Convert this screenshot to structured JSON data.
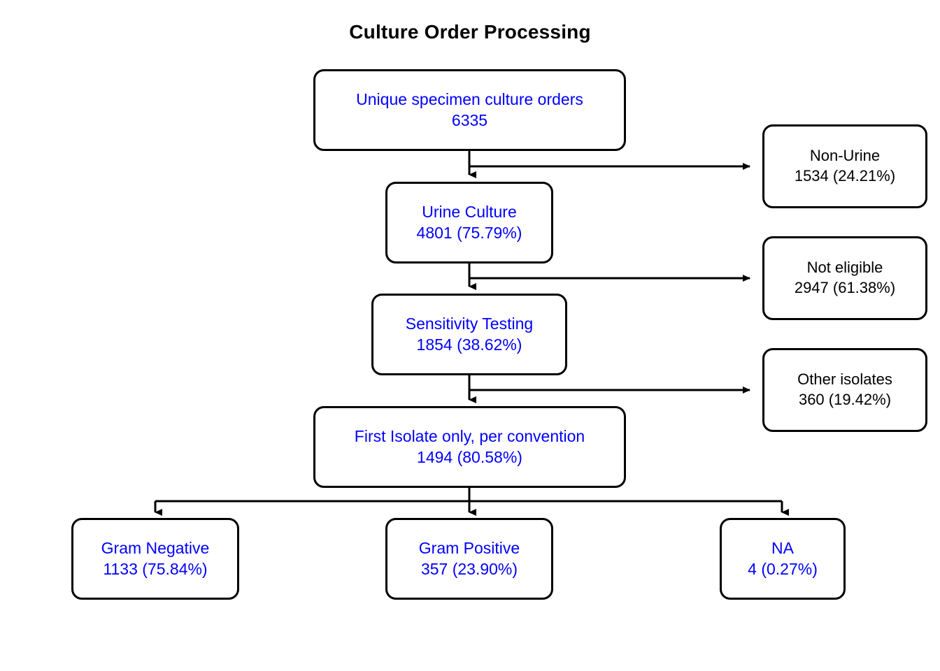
{
  "chart_data": {
    "type": "diagram",
    "title": "Culture Order Processing",
    "diagram_kind": "flowchart",
    "colors": {
      "main_node_text": "#0000ff",
      "side_node_text": "#000000",
      "border": "#000000",
      "background": "#ffffff",
      "title_text": "#000000"
    },
    "nodes": [
      {
        "id": "n1",
        "label": "Unique specimen culture orders",
        "value": "6335",
        "count": 6335,
        "percent": null,
        "track": "main"
      },
      {
        "id": "n2",
        "label": "Urine Culture",
        "value": "4801 (75.79%)",
        "count": 4801,
        "percent": 75.79,
        "track": "main"
      },
      {
        "id": "n3",
        "label": "Sensitivity Testing",
        "value": "1854 (38.62%)",
        "count": 1854,
        "percent": 38.62,
        "track": "main"
      },
      {
        "id": "n4",
        "label": "First Isolate only, per convention",
        "value": "1494 (80.58%)",
        "count": 1494,
        "percent": 80.58,
        "track": "main"
      },
      {
        "id": "n5",
        "label": "Gram Negative",
        "value": "1133 (75.84%)",
        "count": 1133,
        "percent": 75.84,
        "track": "main"
      },
      {
        "id": "n6",
        "label": "Gram Positive",
        "value": "357 (23.90%)",
        "count": 357,
        "percent": 23.9,
        "track": "main"
      },
      {
        "id": "n7",
        "label": "NA",
        "value": "4 (0.27%)",
        "count": 4,
        "percent": 0.27,
        "track": "main"
      },
      {
        "id": "e1",
        "label": "Non-Urine",
        "value": "1534 (24.21%)",
        "count": 1534,
        "percent": 24.21,
        "track": "excluded"
      },
      {
        "id": "e2",
        "label": "Not eligible",
        "value": "2947 (61.38%)",
        "count": 2947,
        "percent": 61.38,
        "track": "excluded"
      },
      {
        "id": "e3",
        "label": "Other isolates",
        "value": "360 (19.42%)",
        "count": 360,
        "percent": 19.42,
        "track": "excluded"
      }
    ],
    "edges": [
      {
        "from": "n1",
        "to": "n2"
      },
      {
        "from": "n1",
        "to": "e1"
      },
      {
        "from": "n2",
        "to": "n3"
      },
      {
        "from": "n2",
        "to": "e2"
      },
      {
        "from": "n3",
        "to": "n4"
      },
      {
        "from": "n3",
        "to": "e3"
      },
      {
        "from": "n4",
        "to": "n5"
      },
      {
        "from": "n4",
        "to": "n6"
      },
      {
        "from": "n4",
        "to": "n7"
      }
    ]
  },
  "title": "Culture Order Processing",
  "nodes": {
    "unique_orders": {
      "label": "Unique specimen culture orders",
      "value": "6335"
    },
    "urine_culture": {
      "label": "Urine Culture",
      "value": "4801 (75.79%)"
    },
    "sensitivity_testing": {
      "label": "Sensitivity Testing",
      "value": "1854 (38.62%)"
    },
    "first_isolate": {
      "label": "First Isolate only, per convention",
      "value": "1494 (80.58%)"
    },
    "gram_negative": {
      "label": "Gram Negative",
      "value": "1133 (75.84%)"
    },
    "gram_positive": {
      "label": "Gram Positive",
      "value": "357 (23.90%)"
    },
    "na": {
      "label": "NA",
      "value": "4 (0.27%)"
    },
    "non_urine": {
      "label": "Non-Urine",
      "value": "1534 (24.21%)"
    },
    "not_eligible": {
      "label": "Not eligible",
      "value": "2947 (61.38%)"
    },
    "other_isolates": {
      "label": "Other isolates",
      "value": "360 (19.42%)"
    }
  }
}
